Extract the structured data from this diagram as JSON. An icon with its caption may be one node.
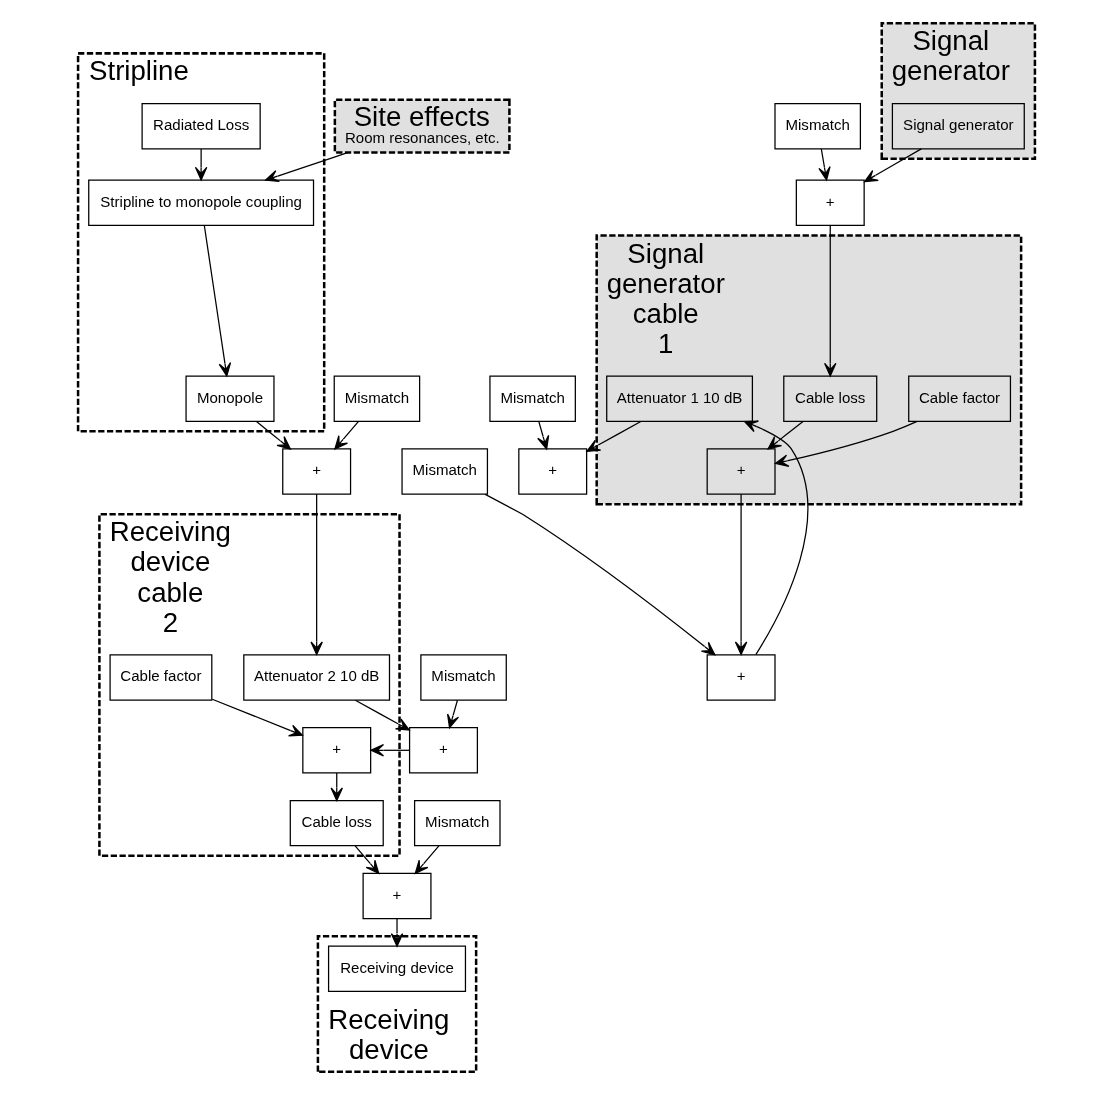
{
  "diagram": {
    "nodes": [
      {
        "text": [
          "Stripline"
        ]
      },
      {
        "text": [
          "Radiated Loss"
        ],
        "in": 0
      },
      {
        "text": [
          "Stripline to monopole coupling"
        ],
        "in": 0
      },
      {
        "text": [
          "Monopole"
        ],
        "in": 0
      },
      {
        "text": [
          "Site effects",
          "Room resonances, etc."
        ]
      },
      {
        "text": [
          "Signal generator cable 1"
        ]
      },
      {
        "text": [
          "Mismatch"
        ]
      },
      {
        "text": [
          "+"
        ]
      },
      {
        "text": [
          "Attenuator 1 10 dB"
        ],
        "in": 5
      },
      {
        "text": [
          "Mismatch"
        ]
      },
      {
        "text": [
          "+"
        ]
      },
      {
        "text": [
          "Cable factor"
        ],
        "in": 5
      },
      {
        "text": [
          "+"
        ],
        "in": 5
      },
      {
        "text": [
          "Cable loss"
        ],
        "in": 5
      },
      {
        "text": [
          "Mismatch"
        ]
      },
      {
        "text": [
          "+"
        ]
      },
      {
        "text": [
          "Signal generator"
        ]
      },
      {
        "text": [
          "Signal generator"
        ],
        "in": 16
      },
      {
        "text": [
          "Receiving device cable 2"
        ]
      },
      {
        "text": [
          "+"
        ]
      },
      {
        "text": [
          "Mismatch"
        ]
      },
      {
        "text": [
          "Attenuator 2 10 dB"
        ],
        "in": 18
      },
      {
        "text": [
          "+"
        ]
      },
      {
        "text": [
          "Mismatch"
        ]
      },
      {
        "text": [
          "+"
        ],
        "in": 18
      },
      {
        "text": [
          "Cable factor"
        ],
        "in": 18
      },
      {
        "text": [
          "Cable loss"
        ],
        "in": 18
      },
      {
        "text": [
          "+"
        ]
      },
      {
        "text": [
          "Mismatch"
        ]
      },
      {
        "text": [
          "Receiving device"
        ]
      },
      {
        "text": [
          "Receiving device"
        ],
        "in": 29
      }
    ],
    "edges": [
      {
        "from": 1,
        "to": 2,
        "arrow": "to"
      },
      {
        "from": 2,
        "to": 3,
        "arrow": "to"
      },
      {
        "from": 4,
        "to": 2,
        "arrow": "to"
      },
      {
        "from": 6,
        "to": 7,
        "arrow": "to"
      },
      {
        "from": 8,
        "to": 7,
        "arrow": "to"
      },
      {
        "from": 9,
        "to": 10,
        "arrow": "to"
      },
      {
        "from": 10,
        "to": 8,
        "arrow": "to"
      },
      {
        "from": 11,
        "to": 12,
        "arrow": "to"
      },
      {
        "from": 12,
        "to": 10,
        "arrow": "to"
      },
      {
        "from": 13,
        "to": 12,
        "arrow": "to"
      },
      {
        "from": 14,
        "to": 15,
        "arrow": "to"
      },
      {
        "from": 15,
        "to": 13,
        "arrow": "to"
      },
      {
        "from": 17,
        "to": 15,
        "arrow": "to"
      },
      {
        "from": 3,
        "to": 19,
        "arrow": "to"
      },
      {
        "from": 20,
        "to": 19,
        "arrow": "to"
      },
      {
        "from": 19,
        "to": 21,
        "arrow": "to"
      },
      {
        "from": 21,
        "to": 22,
        "arrow": "to"
      },
      {
        "from": 23,
        "to": 22,
        "arrow": "to"
      },
      {
        "from": 22,
        "to": 24,
        "arrow": "to"
      },
      {
        "from": 25,
        "to": 24,
        "arrow": "to"
      },
      {
        "from": 24,
        "to": 26,
        "arrow": "to"
      },
      {
        "from": 26,
        "to": 27,
        "arrow": "to"
      },
      {
        "from": 28,
        "to": 27,
        "arrow": "to"
      },
      {
        "from": 27,
        "to": 30,
        "arrow": "to"
      }
    ]
  }
}
